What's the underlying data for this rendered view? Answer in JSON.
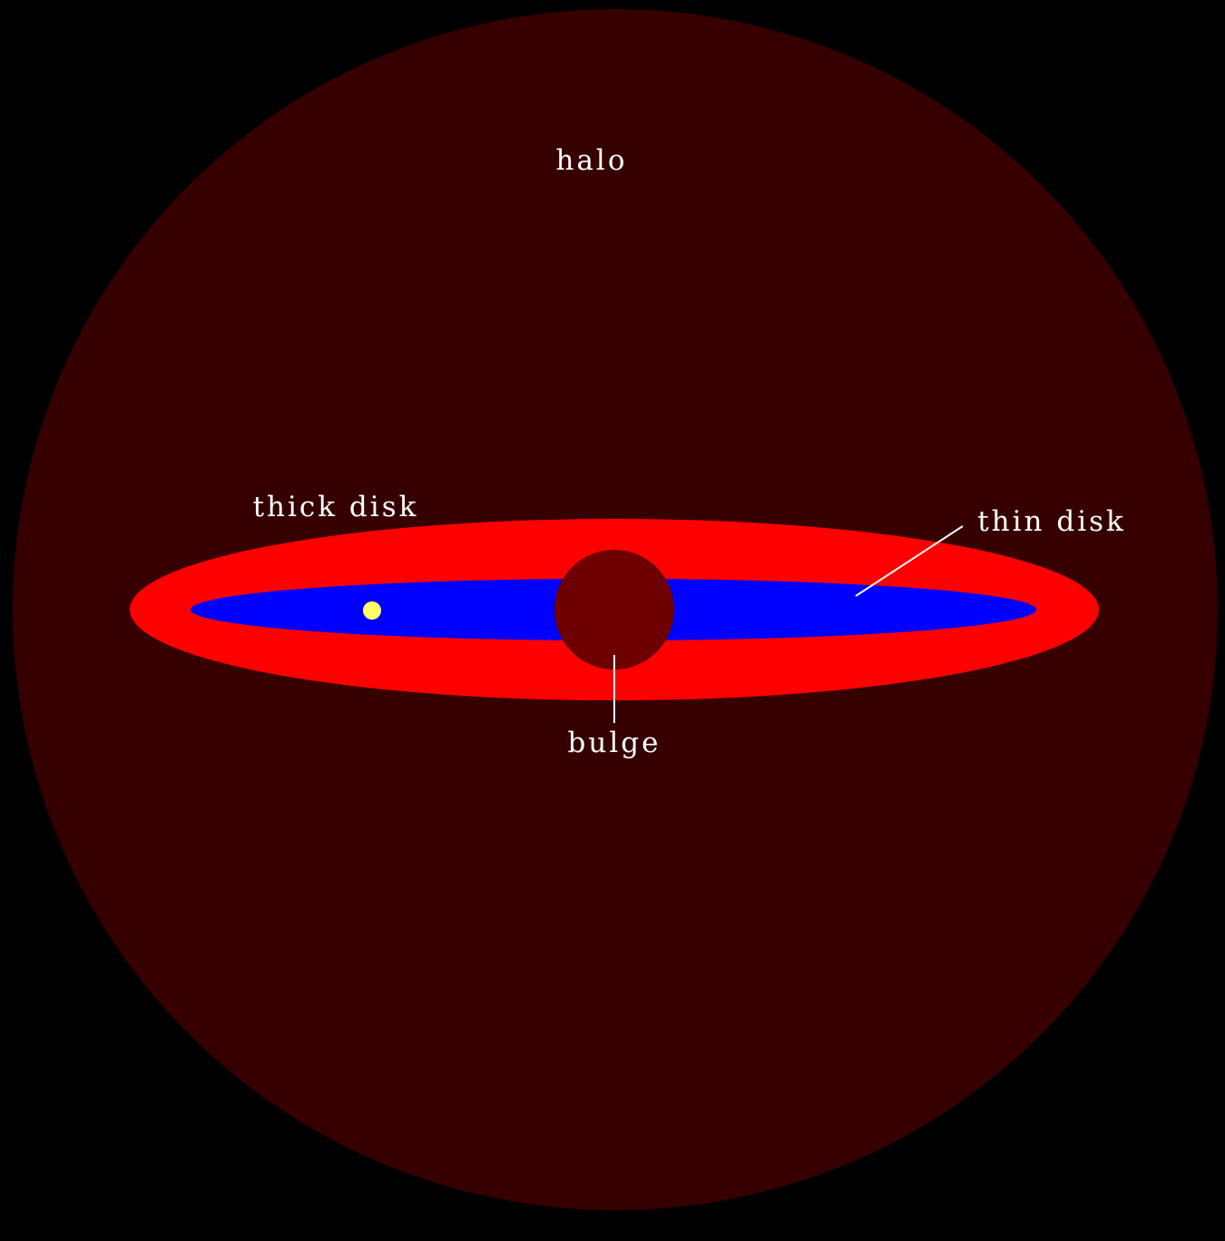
{
  "labels": {
    "halo": "halo",
    "thick_disk": "thick disk",
    "thin_disk": "thin disk",
    "bulge": "bulge"
  },
  "colors": {
    "background": "#000000",
    "halo": "#360000",
    "thick_disk": "#ff0000",
    "thin_disk": "#0000ff",
    "bulge": "#6e0000",
    "sun_marker": "#ffff66",
    "text": "#ffffff",
    "leader_line": "#ffffff"
  }
}
